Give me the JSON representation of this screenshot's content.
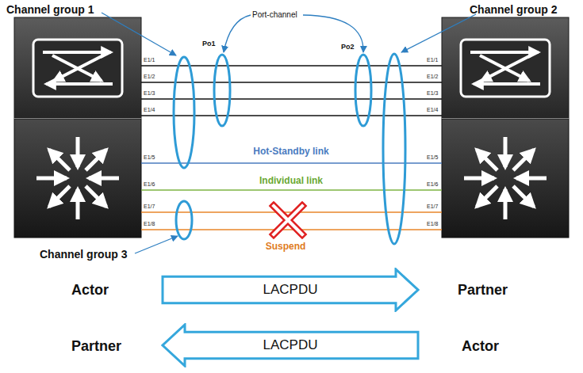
{
  "diagram": {
    "nodes": [
      {
        "text": [
          "LACPDU"
        ]
      },
      {
        "text": [
          "LACPDU"
        ]
      }
    ],
    "labels": [
      "Channel group 1",
      "Port-channel",
      "Channel group 2",
      "Po1",
      "Po2",
      "E1/1",
      "E1/2",
      "E1/3",
      "E1/4",
      "E1/5",
      "E1/6",
      "E1/7",
      "E1/8",
      "E1/1",
      "E1/2",
      "E1/3",
      "E1/4",
      "E1/5",
      "E1/6",
      "E1/7",
      "E1/8",
      "Hot-Standby link",
      "Individual link",
      "Suspend",
      "Channel group 3",
      "Actor",
      "Partner",
      "Partner",
      "Actor"
    ]
  }
}
